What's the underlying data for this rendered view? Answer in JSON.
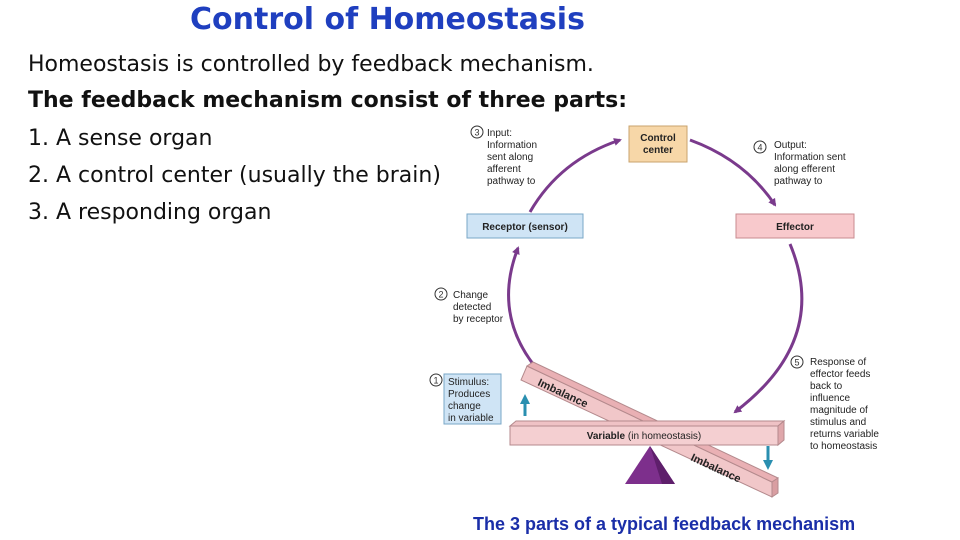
{
  "slide": {
    "title": "Control of Homeostasis",
    "intro": "Homeostasis is controlled by feedback mechanism.",
    "subheading": "The feedback mechanism consist of three parts:",
    "parts": [
      "1. A sense organ",
      "2. A control center (usually the brain)",
      "3. A responding organ"
    ],
    "caption": "The 3 parts of a typical feedback mechanism"
  },
  "diagram": {
    "control_center": [
      "Control",
      "center"
    ],
    "receptor": "Receptor (sensor)",
    "effector": "Effector",
    "variable": "Variable",
    "variable_note": "(in homeostasis)",
    "imbalance_top": "Imbalance",
    "imbalance_bottom": "Imbalance",
    "steps": {
      "step1_num": "1",
      "step1": [
        "Stimulus:",
        "Produces",
        "change",
        "in variable"
      ],
      "step2_num": "2",
      "step2": [
        "Change",
        "detected",
        "by receptor"
      ],
      "step3_num": "3",
      "step3": [
        "Input:",
        "Information",
        "sent along",
        "afferent",
        "pathway to"
      ],
      "step4_num": "4",
      "step4": [
        "Output:",
        "Information sent",
        "along efferent",
        "pathway to"
      ],
      "step5_num": "5",
      "step5": [
        "Response of",
        "effector feeds",
        "back to",
        "influence",
        "magnitude of",
        "stimulus and",
        "returns variable",
        "to homeostasis"
      ]
    },
    "colors": {
      "control_fill": "#f7d7a8",
      "receptor_fill": "#cfe4f5",
      "effector_fill": "#f8c9cc",
      "cycle_arrow": "#7a3a8c",
      "beam": "#f1c7c9",
      "fulcrum": "#7d2f8c",
      "stimulus_arrow": "#2a8fb0"
    }
  }
}
